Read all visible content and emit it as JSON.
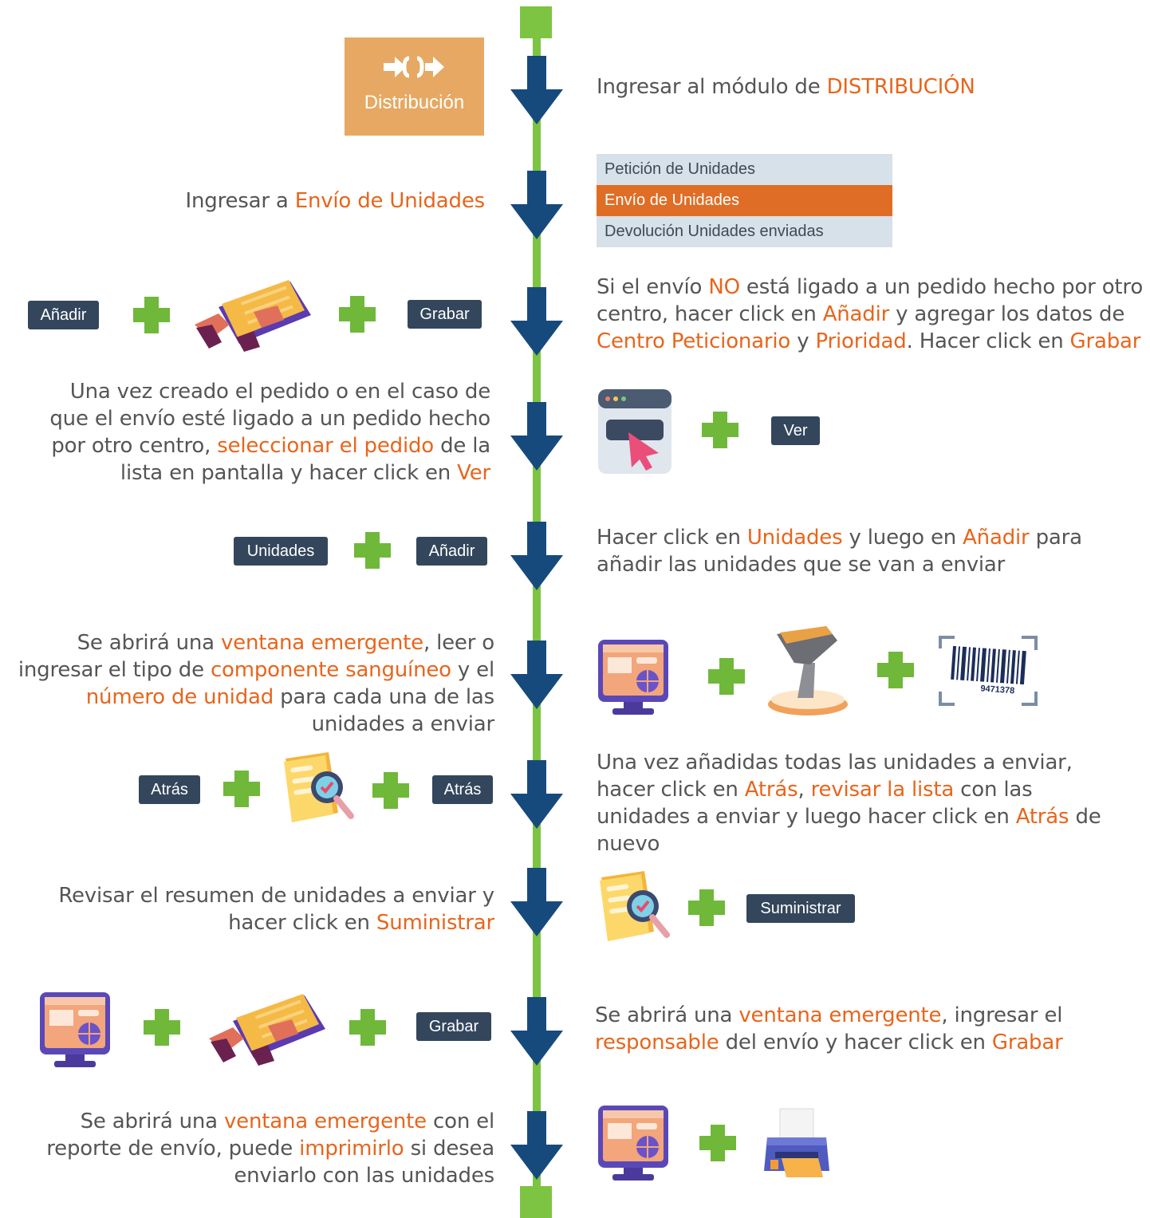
{
  "module_tile": {
    "label": "Distribución",
    "color": "#e6a862"
  },
  "menu": [
    {
      "label": "Petición de Unidades",
      "active": false
    },
    {
      "label": "Envío de Unidades",
      "active": true
    },
    {
      "label": "Devolución Unidades enviadas",
      "active": false
    }
  ],
  "steps": [
    {
      "parts": [
        "Ingresar al módulo de ",
        "DISTRIBUCIÓN"
      ]
    },
    {
      "parts": [
        "Ingresar a ",
        "Envío de Unidades"
      ]
    },
    {
      "parts": [
        "Si el envío ",
        "NO",
        " está ligado a un pedido hecho por otro centro, hacer click en ",
        "Añadir",
        " y agregar los datos de ",
        "Centro Peticionario",
        " y ",
        "Prioridad",
        ". Hacer click en ",
        "Grabar"
      ]
    },
    {
      "parts": [
        "Una vez creado el pedido o en el caso de que el envío esté ligado a un pedido hecho por otro centro, ",
        "seleccionar el pedido",
        " de la lista en pantalla y hacer click en ",
        "Ver"
      ]
    },
    {
      "parts": [
        "Hacer click en ",
        "Unidades",
        " y luego en ",
        "Añadir",
        " para añadir las unidades que se van a enviar"
      ]
    },
    {
      "parts": [
        "Se abrirá una ",
        "ventana emergente",
        ", leer o ingresar el tipo de ",
        "componente sanguíneo",
        " y el ",
        "número de unidad",
        " para cada una de las unidades a enviar"
      ]
    },
    {
      "parts": [
        "Una vez añadidas todas las unidades a enviar, hacer click en ",
        "Atrás",
        ", ",
        "revisar la lista",
        " con las unidades a enviar y luego hacer click en ",
        "Atrás",
        " de nuevo"
      ]
    },
    {
      "parts": [
        "Revisar el resumen de unidades a enviar y hacer click en ",
        "Suministrar"
      ]
    },
    {
      "parts": [
        "Se abrirá una ",
        "ventana emergente",
        ", ingresar el ",
        "responsable",
        " del envío y hacer click en ",
        "Grabar"
      ]
    },
    {
      "parts": [
        "Se abrirá una ",
        "ventana emergente",
        " con el reporte de envío, puede ",
        "imprimirlo",
        " si desea enviarlo con las unidades"
      ]
    }
  ],
  "buttons": {
    "anadir": "Añadir",
    "grabar": "Grabar",
    "ver": "Ver",
    "unidades": "Unidades",
    "atras": "Atrás",
    "suministrar": "Suministrar"
  },
  "barcode_number": "9471378",
  "colors": {
    "timeline": "#7dc443",
    "arrow": "#174a7c",
    "highlight": "#e8651b",
    "button": "#33465c",
    "plus": "#6fb83a"
  }
}
